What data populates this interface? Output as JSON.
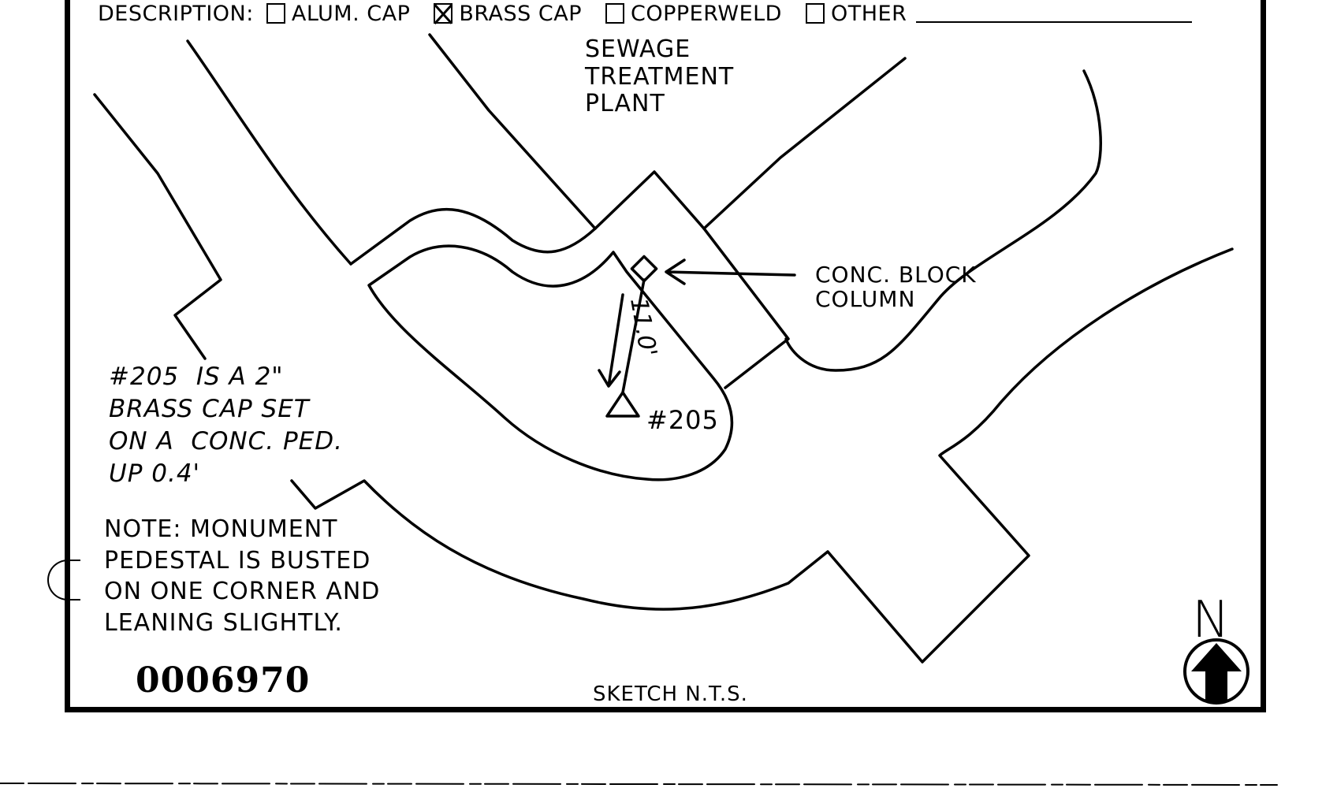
{
  "form": {
    "description_label": "DESCRIPTION:",
    "options": [
      {
        "label": "ALUM. CAP",
        "checked": false
      },
      {
        "label": "BRASS CAP",
        "checked": true
      },
      {
        "label": "COPPERWELD",
        "checked": false
      },
      {
        "label": "OTHER",
        "checked": false
      }
    ]
  },
  "sketch": {
    "labels": {
      "plant": "SEWAGE\nTREATMENT\nPLANT",
      "column": "CONC. BLOCK\nCOLUMN",
      "distance": "11.0'",
      "monument": "#205"
    },
    "notes": {
      "description": "#205  IS A 2\"\nBRASS CAP SET\nON A  CONC. PED.\nUP 0.4'",
      "condition": "NOTE: MONUMENT\nPEDESTAL IS BUSTED\nON ONE CORNER AND\nLEANING SLIGHTLY."
    },
    "document_number": "0006970",
    "scale_note": "SKETCH N.T.S.",
    "north_label": "N"
  }
}
